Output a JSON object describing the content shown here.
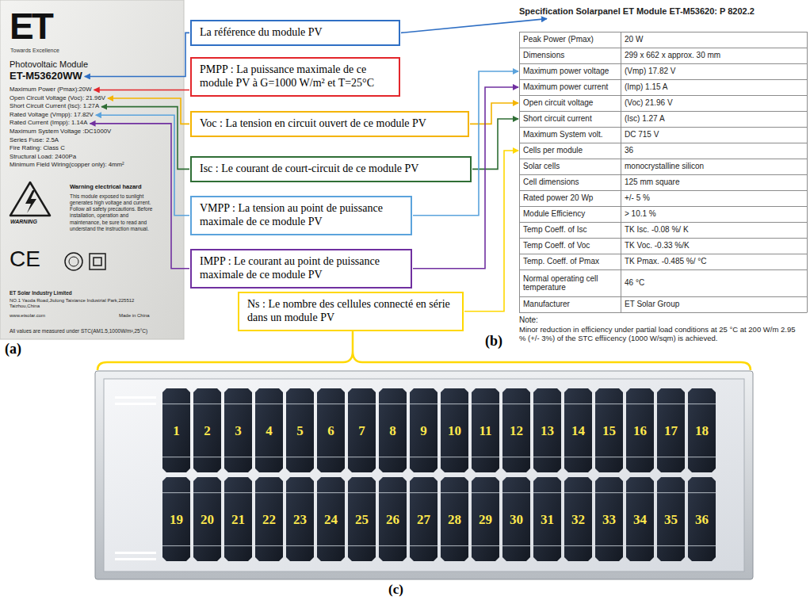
{
  "diagram": {
    "nodes": [
      {
        "text": [
          "La référence du module PV"
        ]
      },
      {
        "text": [
          "PMPP : La puissance maximale de ce module PV à G=1000 W/m² et T=25°C"
        ]
      },
      {
        "text": [
          "Voc : La tension en circuit ouvert de ce module PV"
        ]
      },
      {
        "text": [
          "Isc : Le courant de court-circuit de ce module PV"
        ]
      },
      {
        "text": [
          "VMPP : La tension au point de puissance maximale de ce module PV"
        ]
      },
      {
        "text": [
          "IMPP : Le courant au point de puissance maximale de ce module PV"
        ]
      },
      {
        "text": [
          "Ns : Le nombre des cellules connecté en série dans un module PV"
        ]
      }
    ],
    "labels": [
      "ET",
      "Towards Excellence",
      "Photovoltaic Module",
      "ET-M53620WW",
      "Maximum Power (Pmax):20W",
      "Open Circuit Voltage (Voc): 21.96V",
      "Short Circuit Current (Isc): 1.27A",
      "Rated Voltage (Vmpp): 17.82V",
      "Rated Current (Impp): 1.14A",
      "Maximum System Voltage :DC1000V",
      "Series Fuse: 2.5A",
      "Fire Rating: Class C",
      "Structural Load: 2400Pa",
      "Minimum Field Wiring(copper only): 4mm²",
      "WARNING",
      "Warning electrical hazard",
      "This module exposed to sunlight generates high voltage and current. Follow all safety precautions. Before installation, operation and maintenance, be sure to read and understand the instruction manual.",
      "CE",
      "ET Solar Industry Limited",
      "NO.1 Yaoda Road,Jiulong Taixiance Industrial Park,225512 Taizhou,China",
      "www.etsolar.com",
      "Made in China",
      "All values are measured under STC(AM1.5,1000W/m²,25°C)",
      "(a)",
      "Specification Solarpanel ET Module ET-M53620: P 8202.2",
      "Peak Power (Pmax)",
      "20 W",
      "Dimensions",
      "299 x 662 x approx. 30 mm",
      "Maximum power voltage",
      "(Vmp) 17.82 V",
      "Maximum power current",
      "(Imp) 1.15 A",
      "Open circuit voltage",
      "(Voc) 21.96 V",
      "Short circuit current",
      "(Isc) 1.27 A",
      "Maximum System volt.",
      "DC 715 V",
      "Cells per module",
      "36",
      "Solar cells",
      "monocrystalline silicon",
      "Cell dimensions",
      "125 mm square",
      "Rated power 20 Wp",
      "+/- 5 %",
      "Module Efficiency",
      "> 10.1 %",
      "Temp Coeff. of Isc",
      "TK Isc. -0.08 %/ K",
      "Temp Coeff. of Voc",
      "TK Voc. -0.33 %/K",
      "Temp. Coeff. of Pmax",
      "TK Pmax. -0.485 %/ °C",
      "Normal operating cell temperature",
      "46 °C",
      "Manufacturer",
      "ET Solar Group",
      "Note:",
      "Minor reduction in efficiency under partial load conditions at 25 °C at 200 W/m 2.95 % (+/- 3%) of the STC effiicency (1000 W/sqm) is achieved.",
      "(b)",
      "1",
      "2",
      "3",
      "4",
      "5",
      "6",
      "7",
      "8",
      "9",
      "10",
      "11",
      "12",
      "13",
      "14",
      "15",
      "16",
      "17",
      "18",
      "19",
      "20",
      "21",
      "22",
      "23",
      "24",
      "25",
      "26",
      "27",
      "28",
      "29",
      "30",
      "31",
      "32",
      "33",
      "34",
      "35",
      "36",
      "(c)"
    ]
  }
}
